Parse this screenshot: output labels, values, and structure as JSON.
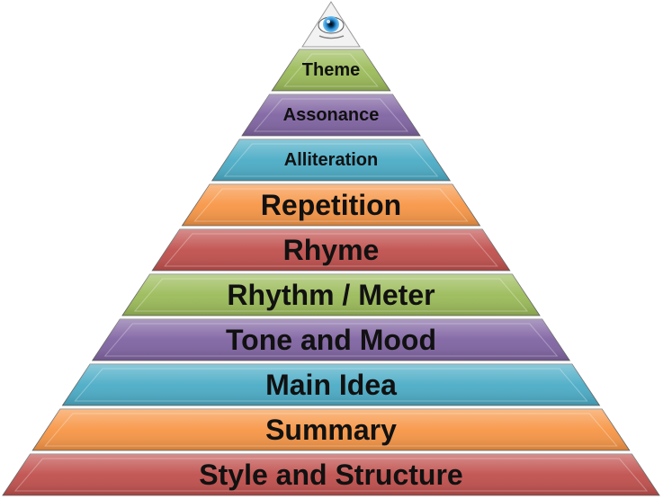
{
  "pyramid": {
    "apex_icon": "eye-icon",
    "levels": [
      {
        "label": "Theme",
        "color": "#9bbb59"
      },
      {
        "label": "Assonance",
        "color": "#8064a2"
      },
      {
        "label": "Alliteration",
        "color": "#4bacc6"
      },
      {
        "label": "Repetition",
        "color": "#f79646"
      },
      {
        "label": "Rhyme",
        "color": "#c0504d"
      },
      {
        "label": "Rhythm / Meter",
        "color": "#9bbb59"
      },
      {
        "label": "Tone and Mood",
        "color": "#8064a2"
      },
      {
        "label": "Main Idea",
        "color": "#4bacc6"
      },
      {
        "label": "Summary",
        "color": "#f79646"
      },
      {
        "label": "Style and Structure",
        "color": "#c0504d"
      }
    ]
  }
}
